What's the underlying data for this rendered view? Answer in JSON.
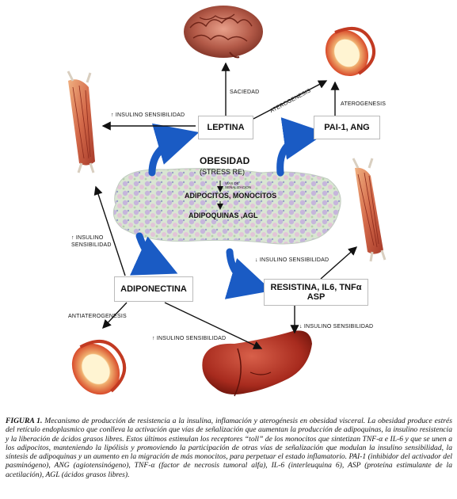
{
  "nodes": {
    "leptina": "LEPTINA",
    "pai_ang": "PAI-1, ANG",
    "obesidad": "OBESIDAD",
    "stress_re": "(STRESS RE)",
    "vias": "VIAS DE SEÑALIZACION",
    "adipocitos": "ADIPOCITOS, MONOCITOS",
    "adipoquinas": "ADIPOQUINAS ,AGL",
    "adiponectina": "ADIPONECTINA",
    "resistina_line1": "RESISTINA, IL6, TNFα",
    "resistina_line2": "ASP"
  },
  "labels": {
    "saciedad": "SACIEDAD",
    "aterogenesis_diag": "ATEROGENESIS",
    "aterogenesis_right": "ATEROGENESIS",
    "insulino_top_left": "↑ INSULINO SENSIBILIDAD",
    "insulino_left_line1": "↑ INSULINO",
    "insulino_left_line2": "SENSIBILIDAD",
    "insulino_mid_right": "↓ INSULINO SENSIBILIDAD",
    "insulino_bottom_right": "↓ INSULINO SENSIBILIDAD",
    "insulino_bottom_center": "↑ INSULINO SENSIBILIDAD",
    "antiaterogenesis": "ANTIATEROGENESIS"
  },
  "caption": {
    "label": "FIGURA 1.",
    "text": "Mecanismo de producción de resistencia a la insulina, inflamación y aterogénesis en obesidad visceral. La obesidad produce estrés del retículo endoplasmico que conlleva la activación que vías de señalización que aumentan la producción de adipoquinas, la insulino resistencia y la liberación de ácidos grasos libres. Estos últimos estimulan los receptores “toll” de los monocitos que sintetizan TNF-α e IL-6 y que se unen a los adipocitos, manteniendo la lipólisis y promoviendo la participación de otras vías de señalización que modulan la insulino sensibilidad, la síntesis de adipoquinas y un aumento en la migración de más monocitos, para perpetuar el estado inflamatorio. PAI-1 (inhibidor del activador del pasminógeno), ANG (agiotensinógeno), TNF-α (factor de necrosis tumoral alfa), IL-6 (interleuquina 6), ASP (proteína estimulante de la acetilación), AGL (ácidos grasos libres)."
  }
}
